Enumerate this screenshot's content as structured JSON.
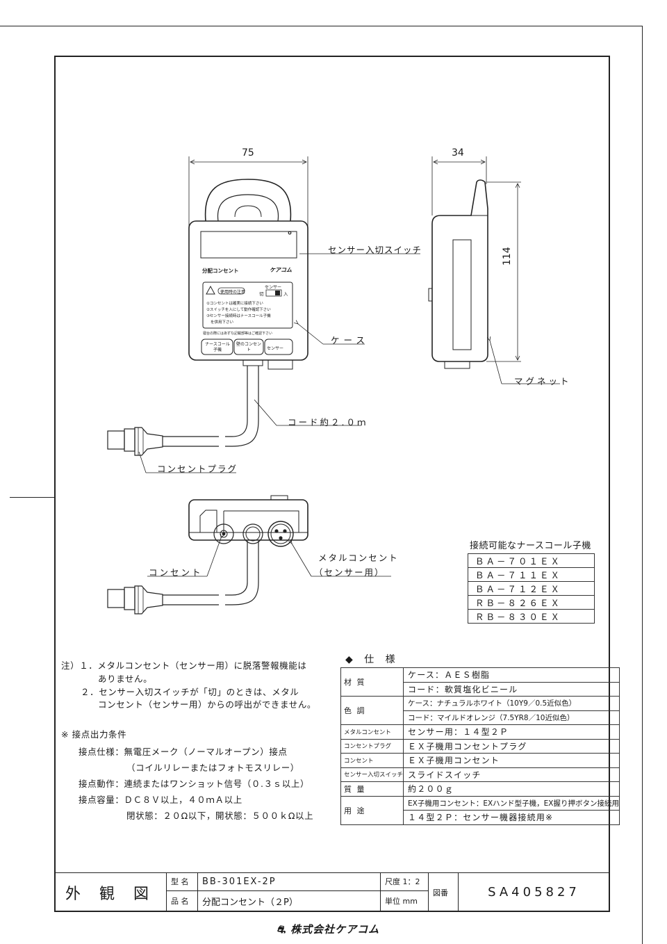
{
  "drawing": {
    "dimensions": {
      "width": "75",
      "depth": "34",
      "height": "114"
    },
    "labels": {
      "sensor_switch": "センサー入切スイッチ",
      "case": "ケース",
      "magnet": "マグネット",
      "cord": "コード約２.０ｍ",
      "plug": "コンセントプラグ",
      "outlet": "コンセント",
      "metal_outlet": "メタルコンセント",
      "metal_outlet_sub": "（センサー用）"
    },
    "front_panel": {
      "product_name": "分配コンセント",
      "brand": "ケアコム",
      "sensor_label": "センサー",
      "switch_off": "切",
      "switch_on": "入",
      "caution_title": "使用時の注意",
      "caution_1": "①コンセントは確実に接続下さい",
      "caution_2": "②スイッチを入にして動作確認下さい",
      "caution_3": "③センサー接続時はナースコール子機",
      "caution_3b": "を併用下さい",
      "warning_line": "寝台の際にはあずな記載部等はご確認下さい",
      "btn_nurse": "ナースコール子機",
      "btn_outlet": "壁のコンセント",
      "btn_sensor": "センサー"
    }
  },
  "nurse_call": {
    "title": "接続可能なナースコール子機",
    "models": [
      "ＢＡ－７０１ＥＸ",
      "ＢＡ－７１１ＥＸ",
      "ＢＡ－７１２ＥＸ",
      "ＲＢ－８２６ＥＸ",
      "ＲＢ－８３０ＥＸ"
    ]
  },
  "notes": {
    "lines": [
      "注）１．メタルコンセント（センサー用）に脱落警報機能は",
      "ありません。",
      "２．センサー入切スイッチが「切」のときは、メタル",
      "コンセント（センサー用）からの呼出ができません。"
    ],
    "contact_title": "※ 接点出力条件",
    "contact_lines": [
      "接点仕様：無電圧メーク（ノーマルオープン）接点",
      "（コイルリレーまたはフォトモスリレー）",
      "接点動作：連続またはワンショット信号（０.３ｓ以上）",
      "接点容量：ＤＣ８Ｖ以上，４０ｍＡ以上",
      "閉状態：２０Ω以下，開状態：５００ｋΩ以上"
    ]
  },
  "specs": {
    "heading": "◆ 仕 様",
    "rows": [
      {
        "key": "材 質",
        "value": "ケース：ＡＥＳ樹脂"
      },
      {
        "key": "",
        "value": "コード：軟質塩化ビニール"
      },
      {
        "key": "色 調",
        "value": "ケース：ナチュラルホワイト（10Y9／0.5近似色）"
      },
      {
        "key": "",
        "value": "コード：マイルドオレンジ（7.5YR8／10近似色）"
      },
      {
        "key": "メタルコンセント",
        "value": "センサー用：１４型２Ｐ"
      },
      {
        "key": "コンセントプラグ",
        "value": "ＥＸ子機用コンセントプラグ"
      },
      {
        "key": "コンセント",
        "value": "ＥＸ子機用コンセント"
      },
      {
        "key": "センサー入切スイッチ",
        "value": "スライドスイッチ"
      },
      {
        "key": "質 量",
        "value": "約２００ｇ"
      },
      {
        "key": "用 途",
        "value": "EX子機用コンセント：EXハンド型子機，EX握り押ボタン接続用"
      },
      {
        "key": "",
        "value": "１４型２Ｐ：センサー機器接続用※"
      }
    ]
  },
  "title_block": {
    "drawing_type": "外 観 図",
    "model_label": "型 名",
    "model_value": "BB-301EX-2P",
    "name_label": "品 名",
    "name_value": "分配コンセント（２P）",
    "scale": "尺度 1：2",
    "unit": "単位 mm",
    "drawing_no_label": "図番",
    "drawing_no": "SA405827"
  },
  "company": "株式会社ケアコム"
}
